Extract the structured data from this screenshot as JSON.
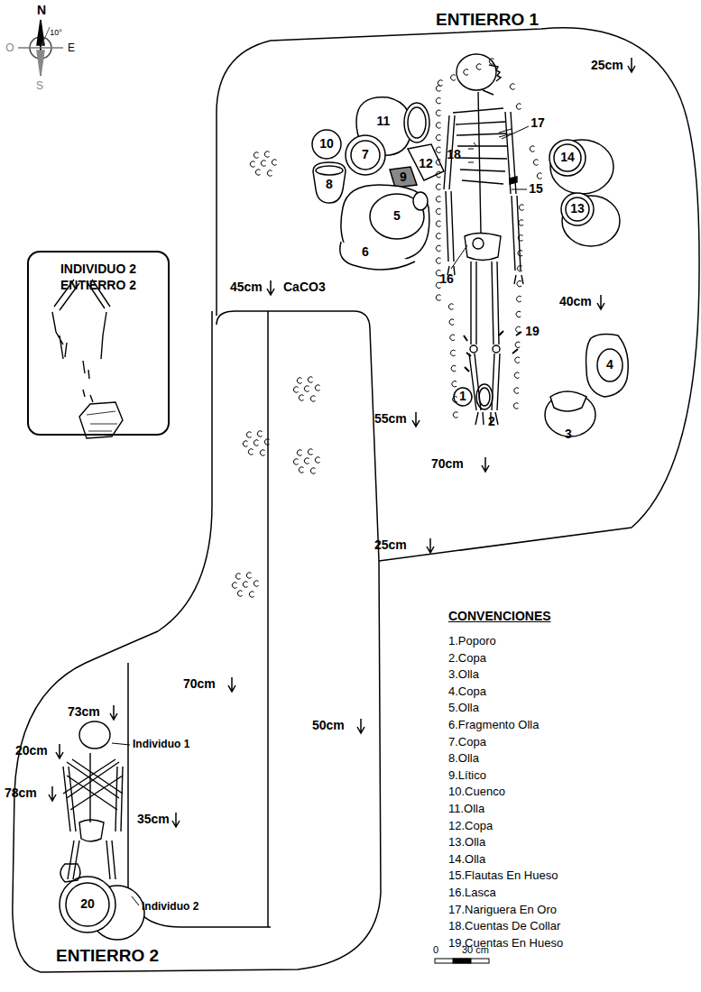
{
  "diagram": {
    "nodes": [
      {
        "text": [
          "INDIVIDUO 2 ENTIERRO 2"
        ]
      }
    ],
    "labels": [
      "N",
      "10°",
      "E",
      "O",
      "S",
      "ENTIERRO 1",
      "25cm",
      "45cm",
      "CaCO3",
      "40cm",
      "55cm",
      "70cm",
      "25cm",
      "70cm",
      "50cm",
      "73cm",
      "20cm",
      "78cm",
      "35cm",
      "Individuo 1",
      "Individuo 2",
      "ENTIERRO 2",
      "CONVENCIONES",
      "1.Poporo",
      "2.Copa",
      "3.Olla",
      "4.Copa",
      "5.Olla",
      "6.Fragmento Olla",
      "7.Copa",
      "8.Olla",
      "9.Lítico",
      "10.Cuenco",
      "11.Olla",
      "12.Copa",
      "13.Olla",
      "14.Olla",
      "15.Flautas En Hueso",
      "16.Lasca",
      "17.Nariguera En Oro",
      "18.Cuentas De Collar",
      "19.Cuentas En Hueso",
      "0",
      "30 cm",
      "11",
      "10",
      "7",
      "8",
      "9",
      "12",
      "5",
      "6",
      "14",
      "13",
      "16",
      "17",
      "18",
      "15",
      "19",
      "4",
      "1",
      "2",
      "3",
      "20"
    ]
  }
}
